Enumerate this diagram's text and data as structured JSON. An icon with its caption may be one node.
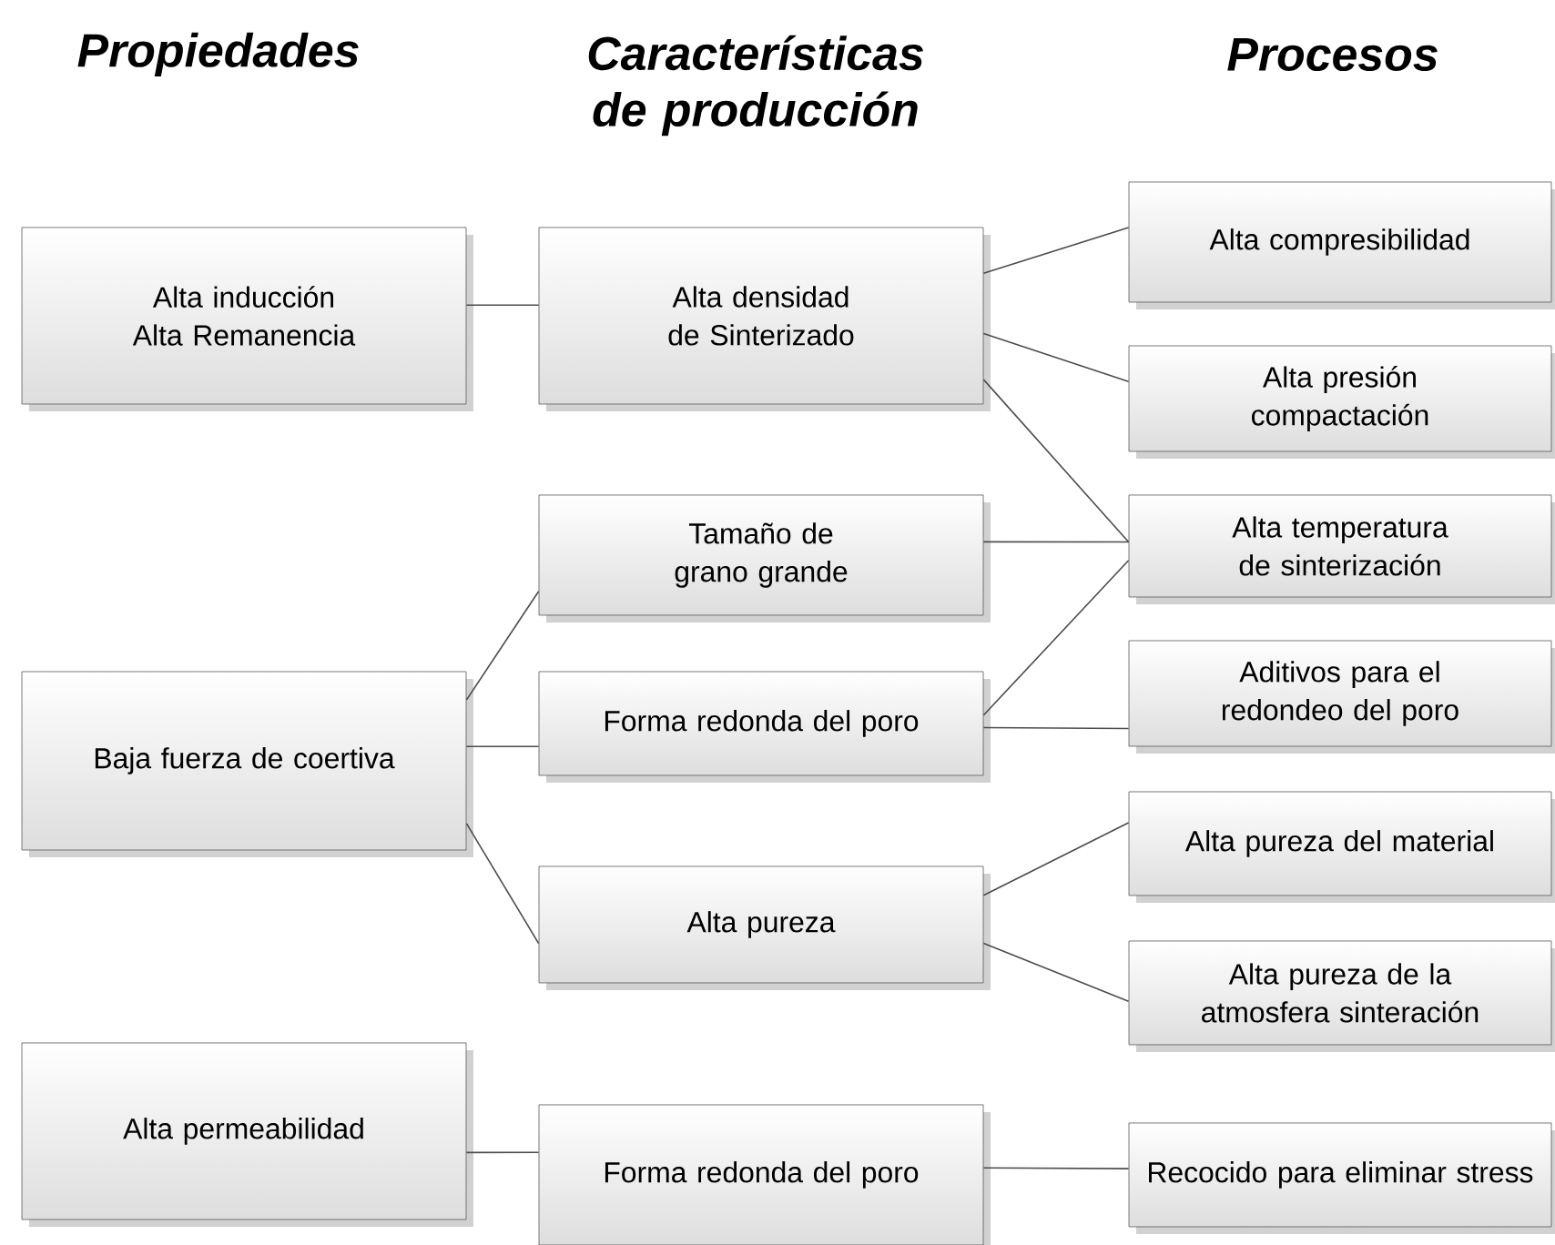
{
  "diagram": {
    "nodes": [
      {
        "text": [
          "Alta inducción Alta Remanencia"
        ]
      },
      {
        "text": [
          "Alta densidad de Sinterizado"
        ]
      },
      {
        "text": [
          "Alta compresibilidad"
        ]
      },
      {
        "text": [
          "Alta presión compactación"
        ]
      },
      {
        "text": [
          "Alta temperatura de sinterización"
        ]
      },
      {
        "text": [
          "Tamaño de grano grande"
        ]
      },
      {
        "text": [
          "Baja fuerza de coertiva"
        ]
      },
      {
        "text": [
          "Forma redonda del poro"
        ]
      },
      {
        "text": [
          "Aditivos para el redondeo del poro"
        ]
      },
      {
        "text": [
          "Alta pureza"
        ]
      },
      {
        "text": [
          "Alta pureza del material"
        ]
      },
      {
        "text": [
          "Alta pureza de la atmosfera  sinteración"
        ]
      },
      {
        "text": [
          "Alta permeabilidad"
        ]
      },
      {
        "text": [
          "Forma redonda del poro"
        ]
      },
      {
        "text": [
          "Recocido para eliminar stress"
        ]
      }
    ],
    "edges": [
      {
        "from": 0,
        "to": 1,
        "arrow": "none"
      },
      {
        "from": 1,
        "to": 2,
        "arrow": "none"
      },
      {
        "from": 1,
        "to": 3,
        "arrow": "none"
      },
      {
        "from": 1,
        "to": 4,
        "arrow": "none"
      },
      {
        "from": 5,
        "to": 4,
        "arrow": "none"
      },
      {
        "from": 7,
        "to": 4,
        "arrow": "none"
      },
      {
        "from": 6,
        "to": 5,
        "arrow": "none"
      },
      {
        "from": 6,
        "to": 7,
        "arrow": "none"
      },
      {
        "from": 6,
        "to": 9,
        "arrow": "none"
      },
      {
        "from": 7,
        "to": 8,
        "arrow": "none"
      },
      {
        "from": 9,
        "to": 10,
        "arrow": "none"
      },
      {
        "from": 9,
        "to": 11,
        "arrow": "none"
      },
      {
        "from": 12,
        "to": 13,
        "arrow": "none"
      },
      {
        "from": 13,
        "to": 14,
        "arrow": "none"
      }
    ],
    "labels": [
      "Propiedades",
      "Características de producción",
      "Procesos"
    ]
  }
}
